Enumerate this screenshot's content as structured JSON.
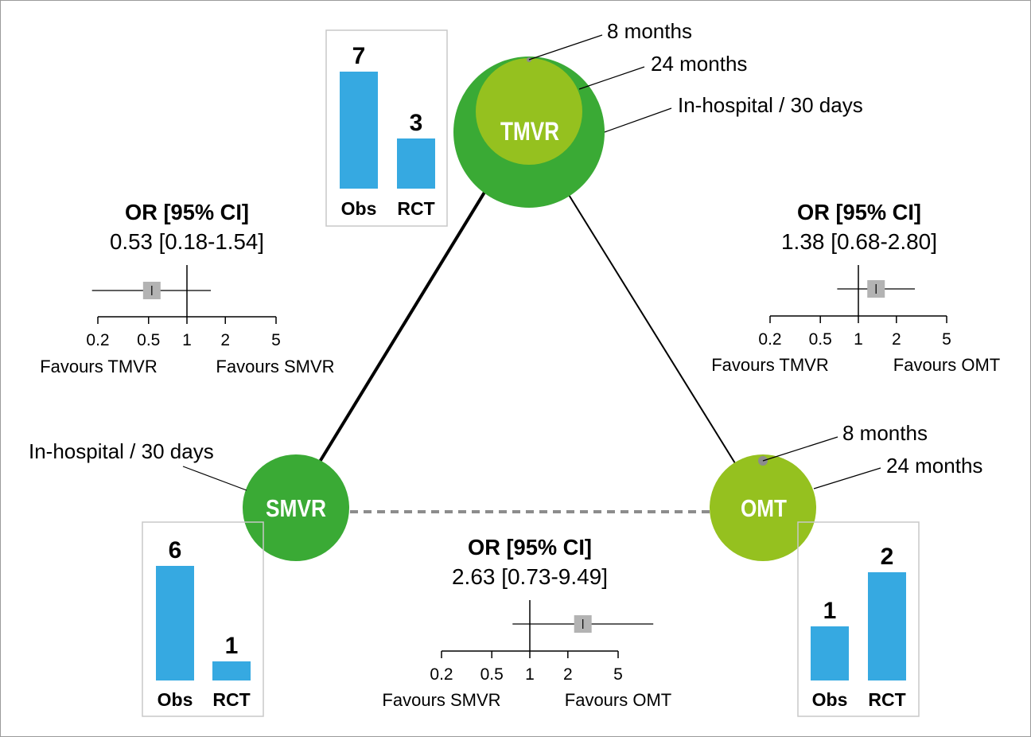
{
  "nodes": {
    "tmvr": {
      "label": "TMVR",
      "color_outer": "#3aaa35",
      "color_inner": "#95c11f"
    },
    "smvr": {
      "label": "SMVR",
      "color": "#3aaa35"
    },
    "omt": {
      "label": "OMT",
      "color": "#95c11f"
    }
  },
  "annotations": {
    "tmvr_8m": "8 months",
    "tmvr_24m": "24 months",
    "tmvr_inhosp": "In-hospital / 30 days",
    "smvr_inhosp": "In-hospital / 30 days",
    "omt_8m": "8 months",
    "omt_24m": "24 months"
  },
  "colors": {
    "bar": "#36a9e1",
    "marker": "#b3b3b3",
    "dot": "#8c8c8c",
    "edge": "#000000",
    "dashed_edge": "#8c8c8c",
    "box_border": "#c8c8c8"
  },
  "comparisons": {
    "tmvr_smvr": {
      "title": "OR [95% CI]",
      "value": "0.53 [0.18-1.54]",
      "or": 0.53,
      "ci_low": 0.18,
      "ci_high": 1.54,
      "ticks": [
        "0.2",
        "0.5",
        "1",
        "2",
        "5"
      ],
      "favours_left": "Favours TMVR",
      "favours_right": "Favours SMVR"
    },
    "tmvr_omt": {
      "title": "OR [95% CI]",
      "value": "1.38 [0.68-2.80]",
      "or": 1.38,
      "ci_low": 0.68,
      "ci_high": 2.8,
      "ticks": [
        "0.2",
        "0.5",
        "1",
        "2",
        "5"
      ],
      "favours_left": "Favours TMVR",
      "favours_right": "Favours OMT"
    },
    "smvr_omt": {
      "title": "OR [95% CI]",
      "value": "2.63 [0.73-9.49]",
      "or": 2.63,
      "ci_low": 0.73,
      "ci_high": 9.49,
      "ticks": [
        "0.2",
        "0.5",
        "1",
        "2",
        "5"
      ],
      "favours_left": "Favours SMVR",
      "favours_right": "Favours OMT"
    }
  },
  "chart_data": [
    {
      "type": "bar",
      "node": "TMVR",
      "categories": [
        "Obs",
        "RCT"
      ],
      "values": [
        7,
        3
      ],
      "value_labels": [
        "7",
        "3"
      ]
    },
    {
      "type": "bar",
      "node": "SMVR",
      "categories": [
        "Obs",
        "RCT"
      ],
      "values": [
        6,
        1
      ],
      "value_labels": [
        "6",
        "1"
      ]
    },
    {
      "type": "bar",
      "node": "OMT",
      "categories": [
        "Obs",
        "RCT"
      ],
      "values": [
        1,
        2
      ],
      "value_labels": [
        "1",
        "2"
      ]
    }
  ]
}
